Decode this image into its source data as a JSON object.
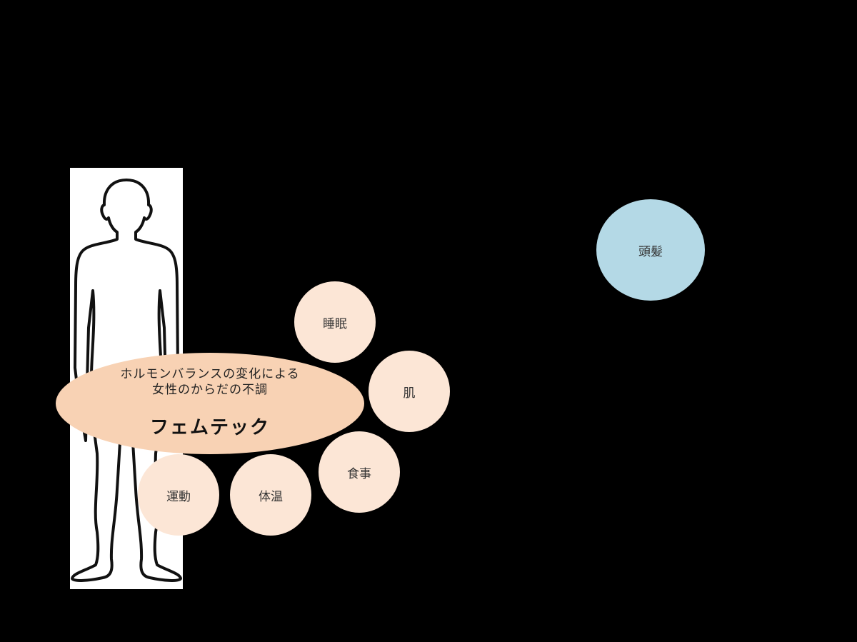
{
  "main": {
    "subtitle": "ホルモンバランスの変化による\n女性のからだの不調",
    "title": "フェムテック"
  },
  "topics": [
    {
      "label": "睡眠"
    },
    {
      "label": "肌"
    },
    {
      "label": "食事"
    },
    {
      "label": "体温"
    },
    {
      "label": "運動"
    }
  ],
  "separate_topic": {
    "label": "頭髪"
  },
  "colors": {
    "background": "#000000",
    "main_ellipse": "#f8d2b4",
    "topic_bubble": "#fce6d6",
    "separate_bubble": "#b4d9e6",
    "figure_panel": "#ffffff"
  }
}
